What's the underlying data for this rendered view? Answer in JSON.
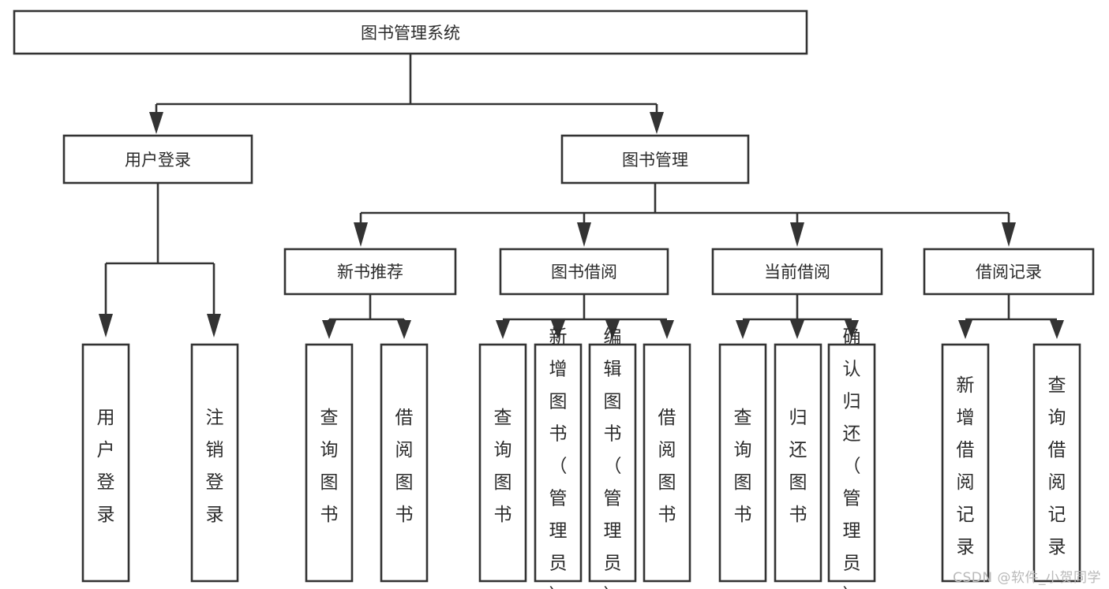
{
  "diagram": {
    "title_node": {
      "label": "图书管理系统"
    },
    "level2": [
      {
        "id": "user-login",
        "label": "用户登录"
      },
      {
        "id": "book-manage",
        "label": "图书管理"
      }
    ],
    "level3": [
      {
        "id": "new-book-recommend",
        "label": "新书推荐"
      },
      {
        "id": "book-borrow",
        "label": "图书借阅"
      },
      {
        "id": "current-borrow",
        "label": "当前借阅"
      },
      {
        "id": "borrow-record",
        "label": "借阅记录"
      }
    ],
    "leaves": [
      {
        "id": "leaf-user-login",
        "label": "用户登录"
      },
      {
        "id": "leaf-logout-login",
        "label": "注销登录"
      },
      {
        "id": "leaf-query-book-1",
        "label": "查询图书"
      },
      {
        "id": "leaf-borrow-book-1",
        "label": "借阅图书"
      },
      {
        "id": "leaf-query-book-2",
        "label": "查询图书"
      },
      {
        "id": "leaf-add-book",
        "label": "新增图书（管理员）"
      },
      {
        "id": "leaf-edit-book",
        "label": "编辑图书（管理员）"
      },
      {
        "id": "leaf-borrow-book-2",
        "label": "借阅图书"
      },
      {
        "id": "leaf-query-book-3",
        "label": "查询图书"
      },
      {
        "id": "leaf-return-book",
        "label": "归还图书"
      },
      {
        "id": "leaf-confirm-return",
        "label": "确认归还（管理员）"
      },
      {
        "id": "leaf-add-record",
        "label": "新增借阅记录"
      },
      {
        "id": "leaf-query-record",
        "label": "查询借阅记录"
      }
    ],
    "watermark": "CSDN @软件_小贺同学",
    "colors": {
      "box_stroke": "#333333",
      "box_fill": "#ffffff",
      "text": "#2b2b2b",
      "connector": "#333333",
      "watermark": "#b9b9b9",
      "background": "#ffffff"
    }
  }
}
